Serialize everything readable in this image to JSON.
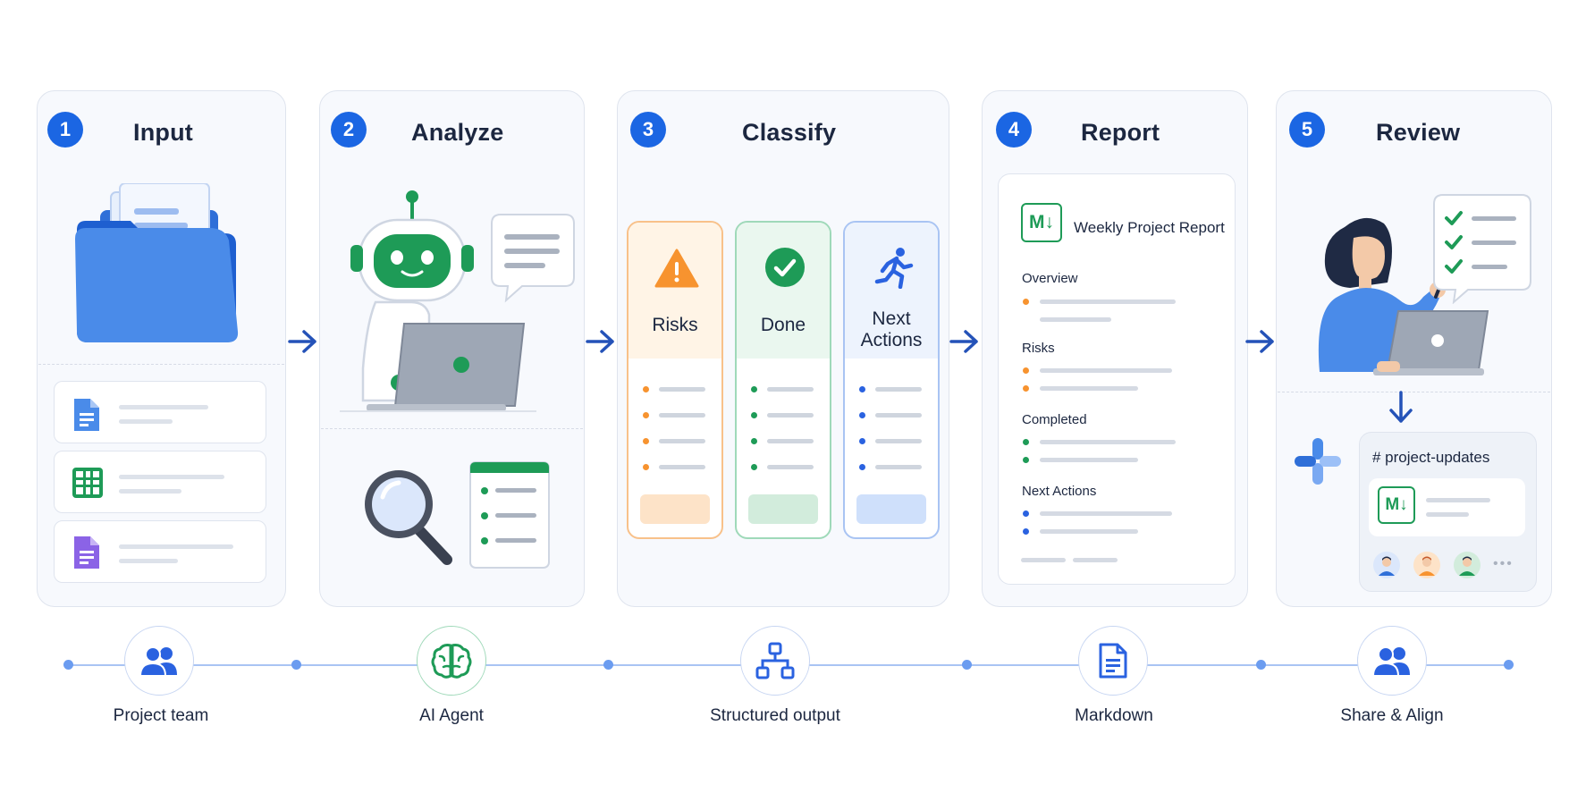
{
  "steps": [
    {
      "number": "1",
      "title": "Input"
    },
    {
      "number": "2",
      "title": "Analyze"
    },
    {
      "number": "3",
      "title": "Classify"
    },
    {
      "number": "4",
      "title": "Report"
    },
    {
      "number": "5",
      "title": "Review"
    }
  ],
  "classify": {
    "risks_label": "Risks",
    "done_label": "Done",
    "next_actions_label_line1": "Next",
    "next_actions_label_line2": "Actions"
  },
  "report": {
    "badge": "M↓",
    "title": "Weekly Project Report",
    "sections": [
      "Overview",
      "Risks",
      "Completed",
      "Next Actions"
    ]
  },
  "review": {
    "channel": "# project-updates",
    "badge": "M↓",
    "more": "•••"
  },
  "timeline": [
    {
      "label": "Project team",
      "icon": "people-icon"
    },
    {
      "label": "AI Agent",
      "icon": "brain-icon"
    },
    {
      "label": "Structured output",
      "icon": "hierarchy-icon"
    },
    {
      "label": "Markdown",
      "icon": "document-icon"
    },
    {
      "label": "Share & Align",
      "icon": "people-icon"
    }
  ],
  "colors": {
    "accent_blue": "#1b66e3",
    "risk_orange": "#f7932f",
    "done_green": "#1f9d60",
    "next_blue": "#2a62e0"
  }
}
